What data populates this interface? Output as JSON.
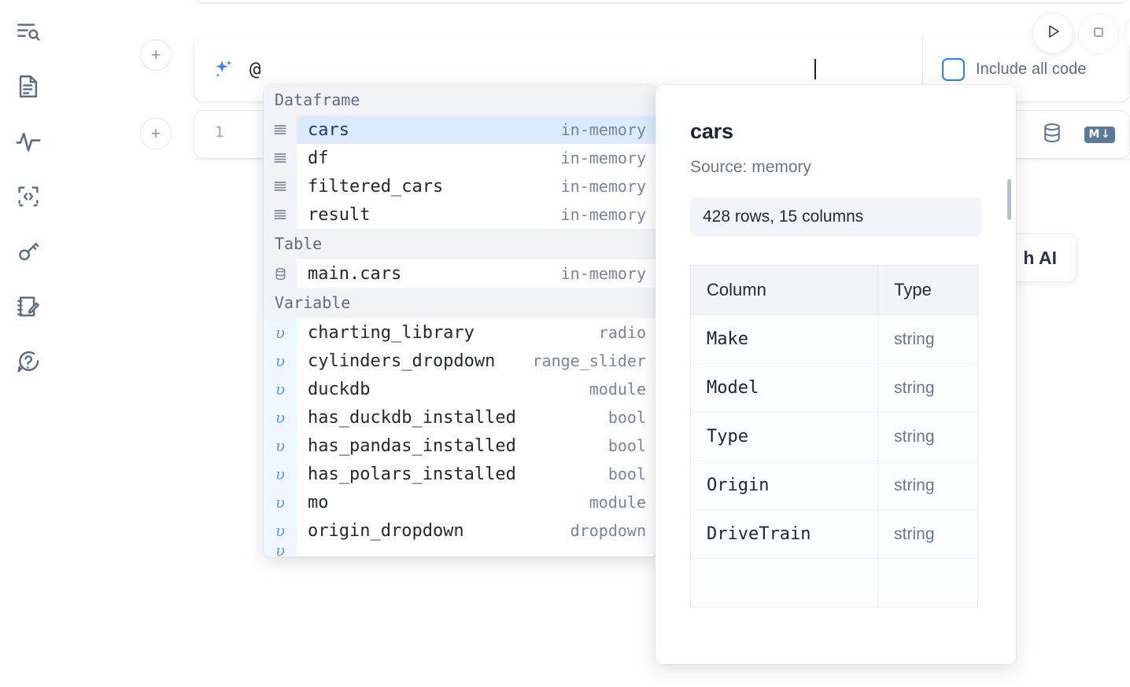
{
  "sidebar": {
    "items": [
      {
        "name": "explore-search-icon",
        "label": "Explore"
      },
      {
        "name": "document-icon",
        "label": "Notebook"
      },
      {
        "name": "activity-icon",
        "label": "Activity"
      },
      {
        "name": "snippets-icon",
        "label": "Snippets"
      },
      {
        "name": "secrets-key-icon",
        "label": "Secrets"
      },
      {
        "name": "scratchpad-edit-icon",
        "label": "Scratchpad"
      },
      {
        "name": "help-chat-icon",
        "label": "Help"
      }
    ]
  },
  "ai_cell": {
    "input_value": "@",
    "input_placeholder": "",
    "include_all_code_label": "Include all code",
    "sparkle_icon": "sparkles-icon",
    "run_icon": "play-icon",
    "stop_icon": "stop-icon",
    "more_icon": "more-icon",
    "add_cell_label": "+"
  },
  "code_cell": {
    "line_number": "1",
    "database_icon": "database-icon",
    "markdown_badge": "M",
    "markdown_arrow": "↓"
  },
  "ghost_button": {
    "label": "h AI"
  },
  "autocomplete": {
    "groups": [
      {
        "label": "Dataframe",
        "items": [
          {
            "icon": "dataframe-icon",
            "name": "cars",
            "kind": "in-memory",
            "selected": true
          },
          {
            "icon": "dataframe-icon",
            "name": "df",
            "kind": "in-memory",
            "selected": false
          },
          {
            "icon": "dataframe-icon",
            "name": "filtered_cars",
            "kind": "in-memory",
            "selected": false
          },
          {
            "icon": "dataframe-icon",
            "name": "result",
            "kind": "in-memory",
            "selected": false
          }
        ]
      },
      {
        "label": "Table",
        "items": [
          {
            "icon": "table-db-icon",
            "name": "main.cars",
            "kind": "in-memory",
            "selected": false
          }
        ]
      },
      {
        "label": "Variable",
        "items": [
          {
            "icon": "variable-icon",
            "name": "charting_library",
            "kind": "radio",
            "selected": false
          },
          {
            "icon": "variable-icon",
            "name": "cylinders_dropdown",
            "kind": "range_slider",
            "selected": false
          },
          {
            "icon": "variable-icon",
            "name": "duckdb",
            "kind": "module",
            "selected": false
          },
          {
            "icon": "variable-icon",
            "name": "has_duckdb_installed",
            "kind": "bool",
            "selected": false
          },
          {
            "icon": "variable-icon",
            "name": "has_pandas_installed",
            "kind": "bool",
            "selected": false
          },
          {
            "icon": "variable-icon",
            "name": "has_polars_installed",
            "kind": "bool",
            "selected": false
          },
          {
            "icon": "variable-icon",
            "name": "mo",
            "kind": "module",
            "selected": false
          },
          {
            "icon": "variable-icon",
            "name": "origin_dropdown",
            "kind": "dropdown",
            "selected": false
          }
        ]
      }
    ]
  },
  "detail": {
    "title": "cars",
    "source": "Source: memory",
    "stats": "428 rows, 15 columns",
    "table": {
      "headers": [
        "Column",
        "Type"
      ],
      "rows": [
        [
          "Make",
          "string"
        ],
        [
          "Model",
          "string"
        ],
        [
          "Type",
          "string"
        ],
        [
          "Origin",
          "string"
        ],
        [
          "DriveTrain",
          "string"
        ]
      ]
    }
  },
  "colors": {
    "accent_blue": "#3b82f6",
    "selection_blue": "#dbeafe",
    "variable_gutter": "#eff6ff",
    "group_header_bg": "#f1f3f6",
    "muted_text": "#79849a",
    "db_icon": "#5b7a96"
  }
}
